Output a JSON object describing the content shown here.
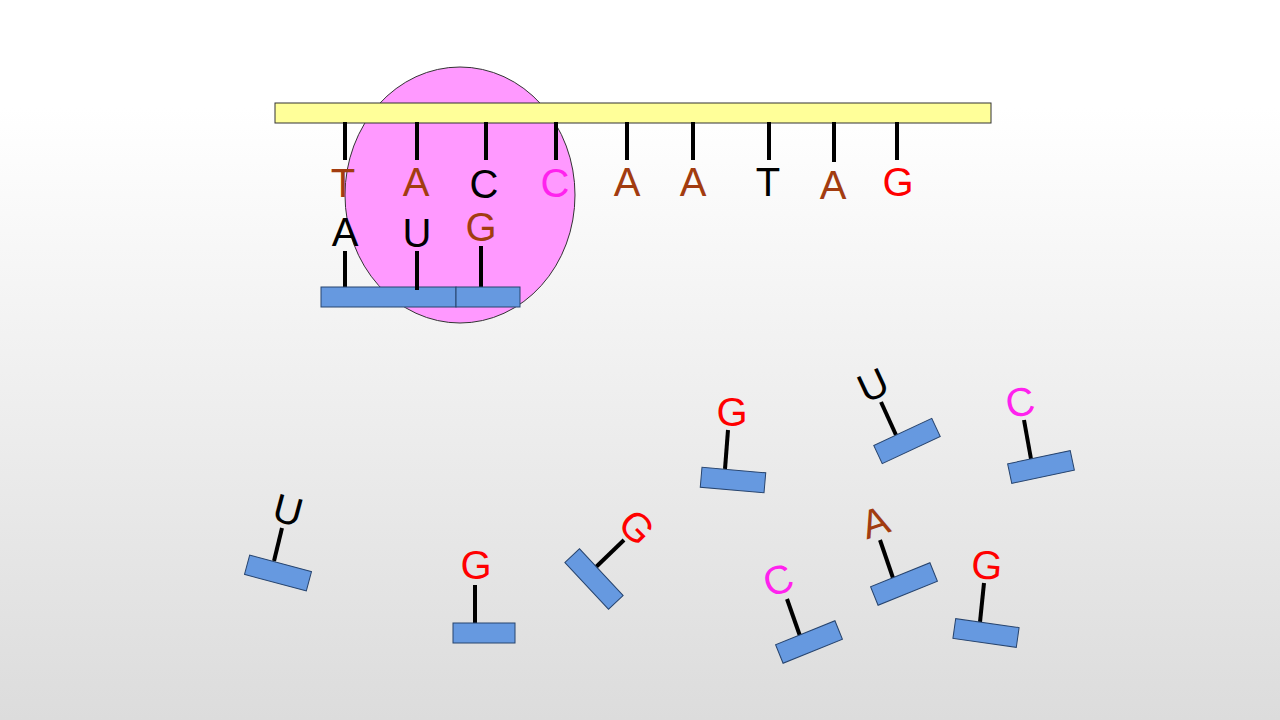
{
  "diagram": {
    "labels": [
      "T",
      "A",
      "C",
      "C",
      "A",
      "A",
      "T",
      "A",
      "G",
      "A",
      "U",
      "G",
      "G",
      "U",
      "C",
      "U",
      "G",
      "G",
      "C",
      "A",
      "G"
    ]
  }
}
